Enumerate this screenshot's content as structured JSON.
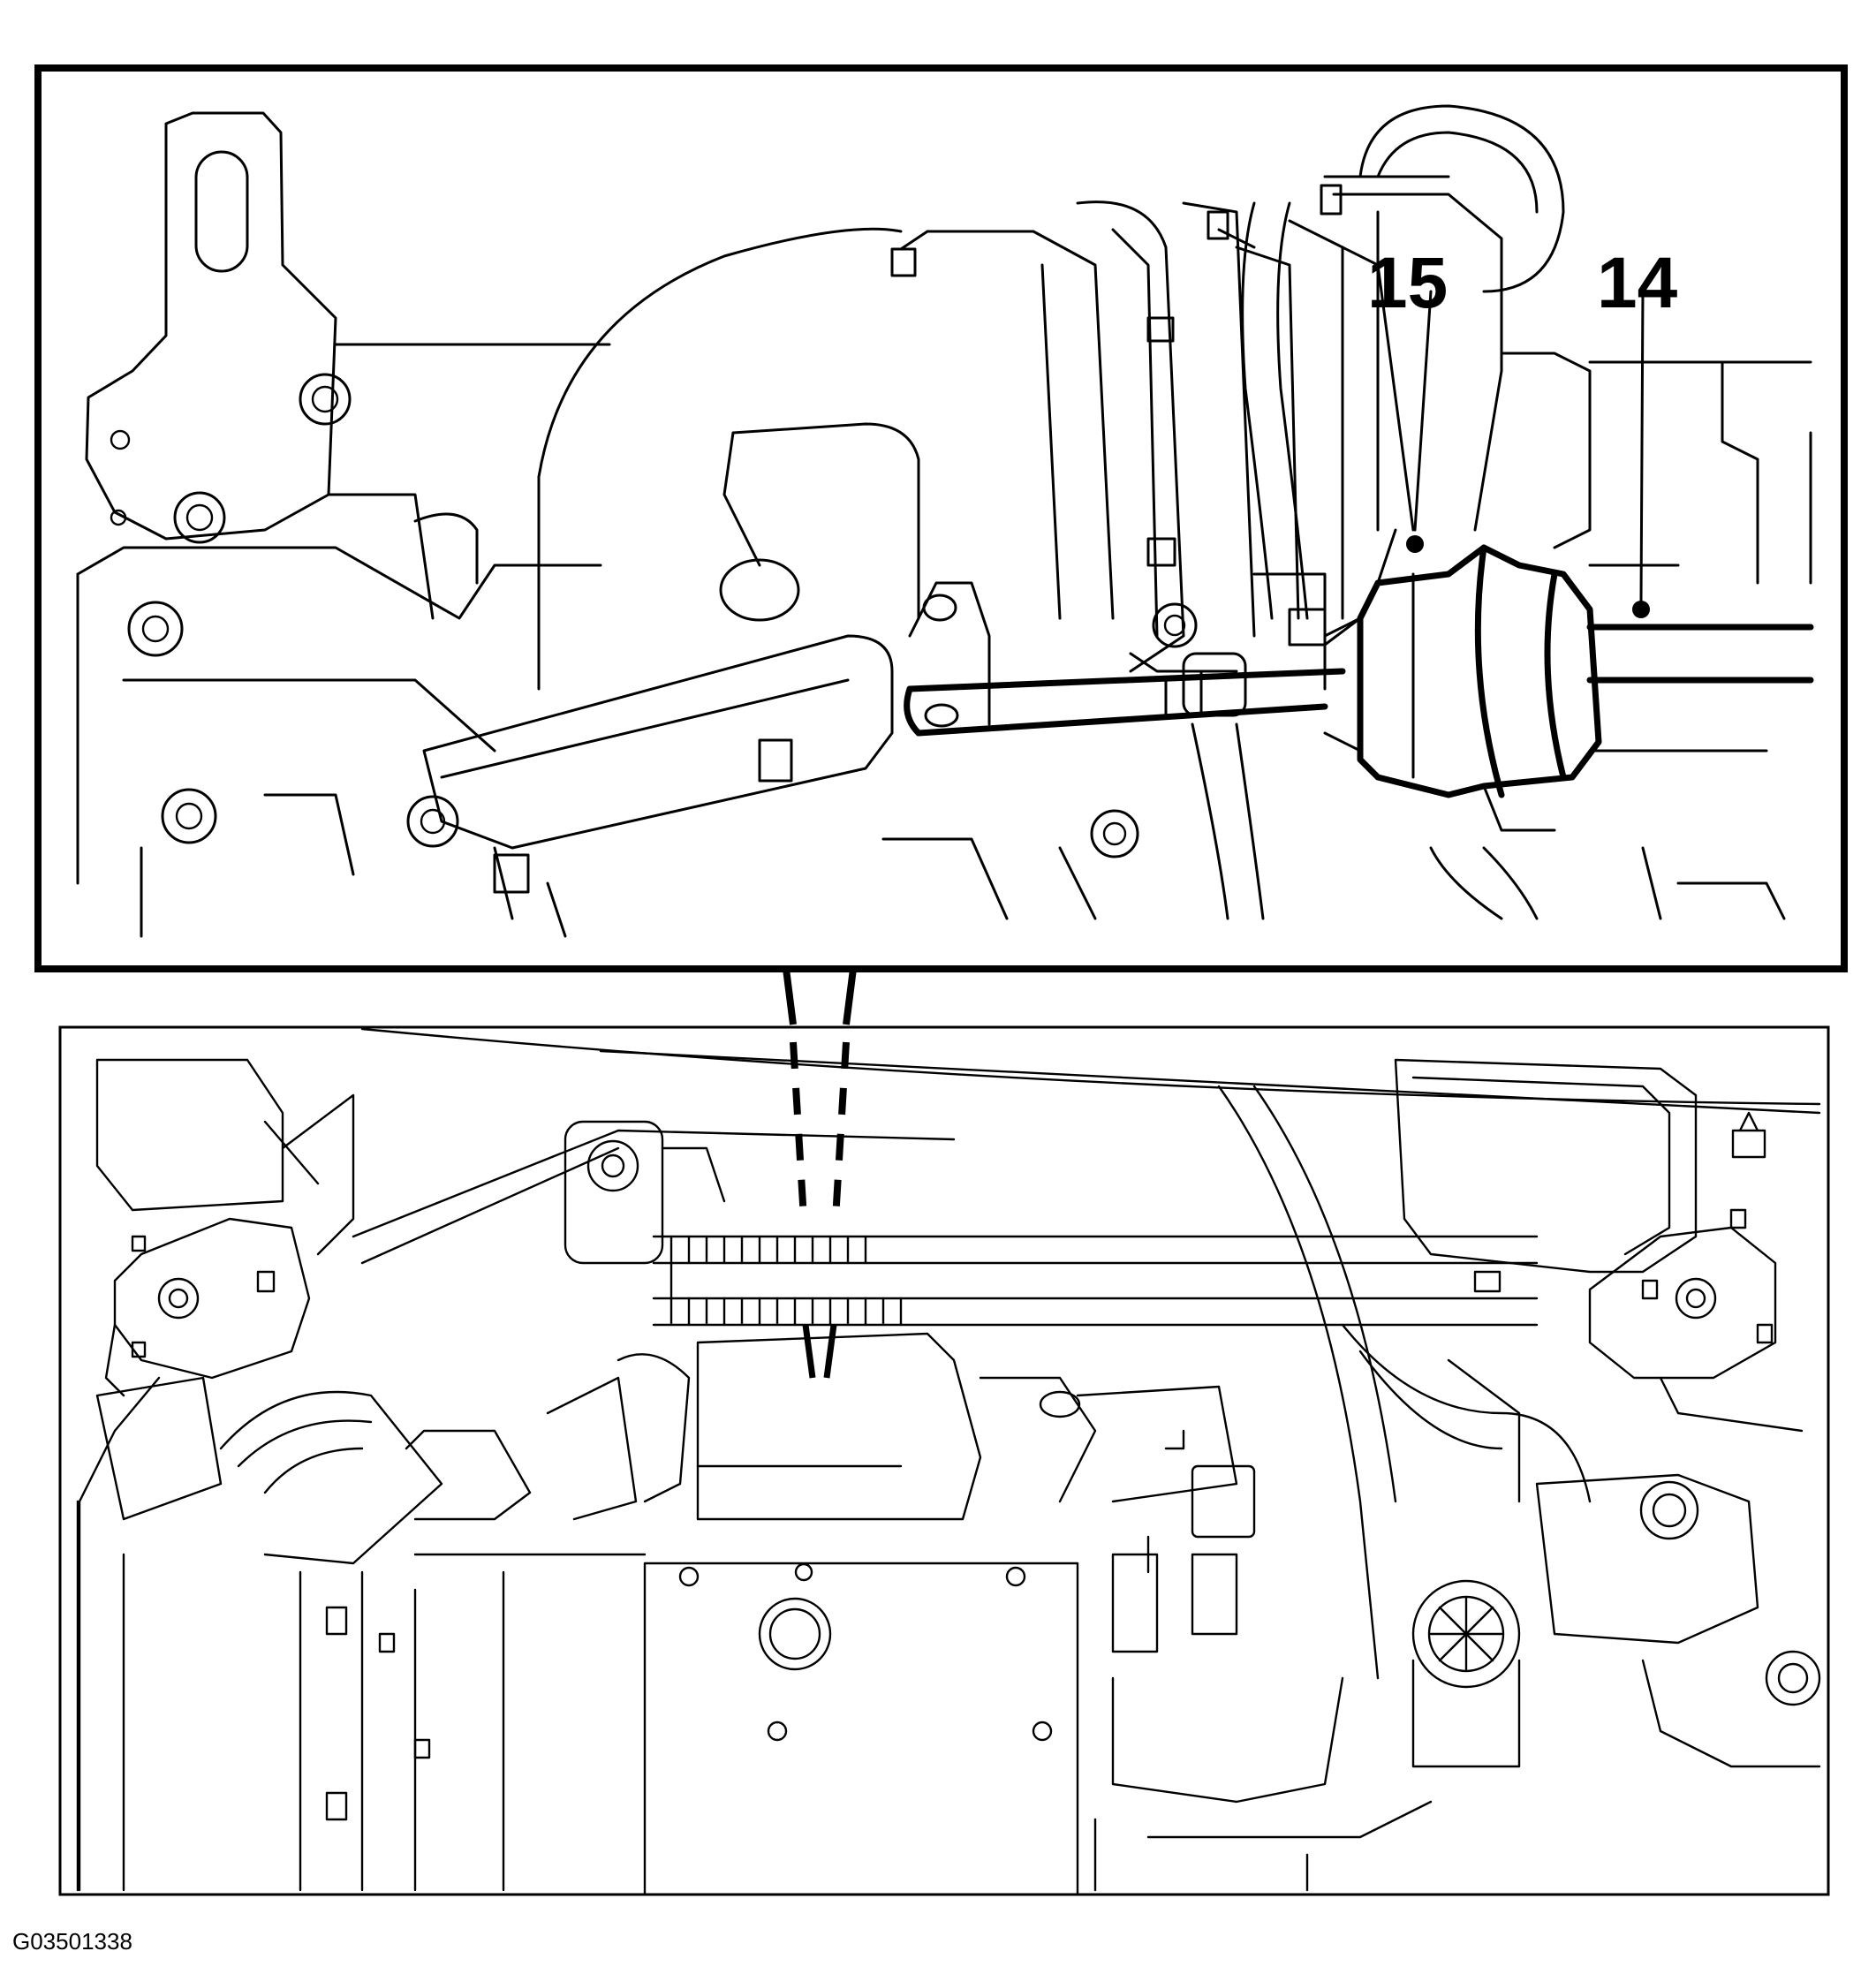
{
  "callouts": [
    {
      "id": "callout-15",
      "label": "15"
    },
    {
      "id": "callout-14",
      "label": "14"
    }
  ],
  "figure_id": "G03501338",
  "colors": {
    "line": "#000000",
    "background": "#ffffff"
  }
}
